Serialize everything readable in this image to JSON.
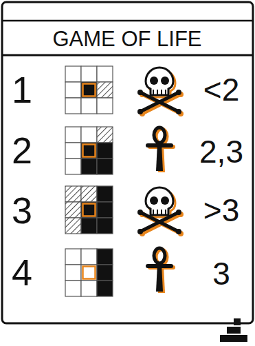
{
  "diagram": {
    "title": "GAME OF LIFE",
    "labels": [
      "1",
      "<2",
      "2",
      "2,3",
      "3",
      ">3",
      "4",
      "3"
    ]
  }
}
